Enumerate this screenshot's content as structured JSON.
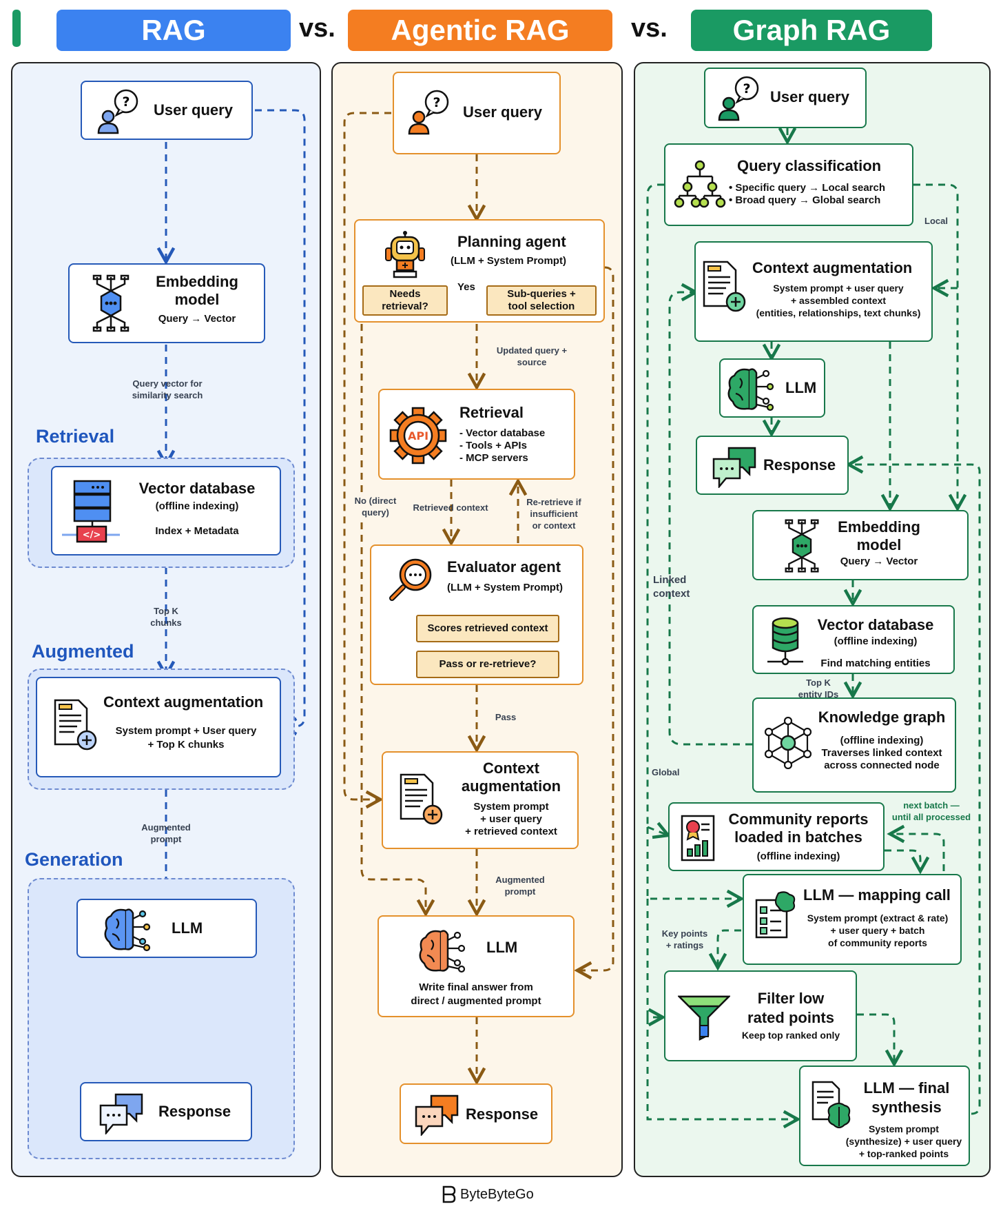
{
  "header": {
    "rag": "RAG",
    "vs1": "vs.",
    "agentic": "Agentic RAG",
    "vs2": "vs.",
    "graph": "Graph RAG"
  },
  "colors": {
    "blue": "#3b82f0",
    "orange": "#f47d21",
    "green": "#1a9a63"
  },
  "rag": {
    "user_query": "User query",
    "embedding_title_1": "Embedding",
    "embedding_title_2": "model",
    "embedding_sub": "Query → Vector",
    "label_query_vector_1": "Query vector for",
    "label_query_vector_2": "similarity search",
    "section_retrieval": "Retrieval",
    "vector_db_title": "Vector database",
    "vector_db_sub": "(offline indexing)",
    "vector_db_sub2": "Index + Metadata",
    "label_topk_1": "Top K",
    "label_topk_2": "chunks",
    "section_augmented": "Augmented",
    "ctx_title": "Context augmentation",
    "ctx_sub1": "System prompt + User query",
    "ctx_sub2": "+ Top K chunks",
    "label_aug_1": "Augmented",
    "label_aug_2": "prompt",
    "section_generation": "Generation",
    "llm": "LLM",
    "response": "Response"
  },
  "agentic": {
    "user_query": "User query",
    "planning_title": "Planning agent",
    "planning_sub": "(LLM + System Prompt)",
    "chip_needs_1": "Needs",
    "chip_needs_2": "retrieval?",
    "yes": "Yes",
    "chip_sub_1": "Sub-queries +",
    "chip_sub_2": "tool selection",
    "label_updated_1": "Updated query +",
    "label_updated_2": "source",
    "retrieval_title": "Retrieval",
    "retrieval_items": [
      "- Vector database",
      "- Tools + APIs",
      "- MCP servers"
    ],
    "label_no_direct_1": "No (direct",
    "label_no_direct_2": "query)",
    "label_retrieved": "Retrieved context",
    "label_reretrieve_1": "Re-retrieve if",
    "label_reretrieve_2": "insufficient",
    "label_reretrieve_3": "or context",
    "evaluator_title": "Evaluator agent",
    "evaluator_sub": "(LLM + System Prompt)",
    "chip_scores": "Scores retrieved context",
    "chip_pass": "Pass or re-retrieve?",
    "label_pass": "Pass",
    "ctx_title_1": "Context",
    "ctx_title_2": "augmentation",
    "ctx_sub": [
      "System prompt",
      "+ user query",
      "+ retrieved context"
    ],
    "label_aug_1": "Augmented",
    "label_aug_2": "prompt",
    "llm": "LLM",
    "llm_sub_1": "Write final answer from",
    "llm_sub_2": "direct / augmented prompt",
    "response": "Response"
  },
  "graph": {
    "user_query": "User query",
    "qc_title": "Query classification",
    "qc_item1": "• Specific query → Local search",
    "qc_item2": "• Broad query → Global search",
    "label_local": "Local",
    "ctx_title": "Context augmentation",
    "ctx_sub": [
      "System prompt + user query",
      "+ assembled context",
      "(entities, relationships, text chunks)"
    ],
    "llm": "LLM",
    "response": "Response",
    "emb_title_1": "Embedding",
    "emb_title_2": "model",
    "emb_sub": "Query → Vector",
    "label_linked_1": "Linked",
    "label_linked_2": "context",
    "vdb_title": "Vector database",
    "vdb_sub": "(offline indexing)",
    "vdb_sub2": "Find matching entities",
    "label_topk_1": "Top K",
    "label_topk_2": "entity IDs",
    "kg_title": "Knowledge graph",
    "kg_sub": [
      "(offline indexing)",
      "Traverses linked context",
      "across connected node"
    ],
    "label_global": "Global",
    "cr_title_1": "Community reports",
    "cr_title_2": "loaded in batches",
    "cr_sub": "(offline indexing)",
    "label_nextbatch_1": "next batch —",
    "label_nextbatch_2": "until all processed",
    "map_title": "LLM — mapping call",
    "map_sub": [
      "System prompt (extract & rate)",
      "+ user query + batch",
      "of community reports"
    ],
    "label_keypoints_1": "Key points",
    "label_keypoints_2": "+ ratings",
    "filter_title_1": "Filter low",
    "filter_title_2": "rated points",
    "filter_sub": "Keep top ranked only",
    "final_title_1": "LLM — final",
    "final_title_2": "synthesis",
    "final_sub": [
      "System prompt",
      "(synthesize) + user query",
      "+ top-ranked points"
    ]
  },
  "footer": {
    "brand": "ByteByteGo"
  }
}
